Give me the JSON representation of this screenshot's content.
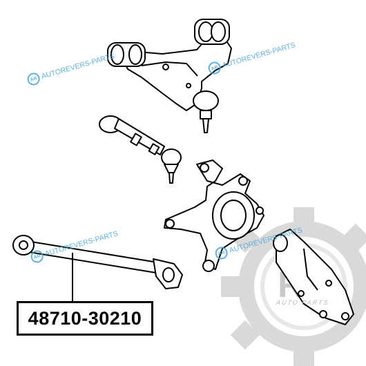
{
  "part_number": "48710-30210",
  "watermark_text": "AUTOREVERS-PARTS",
  "watermark_logo": "AR",
  "brand_logo_letters": "RB",
  "brand_logo_text": "AUTO PARTS",
  "colors": {
    "watermark": "#4fa8d8",
    "brand_gear": "#d9d9d9",
    "brand_accent": "#e23b3b",
    "line_art": "#000000"
  }
}
